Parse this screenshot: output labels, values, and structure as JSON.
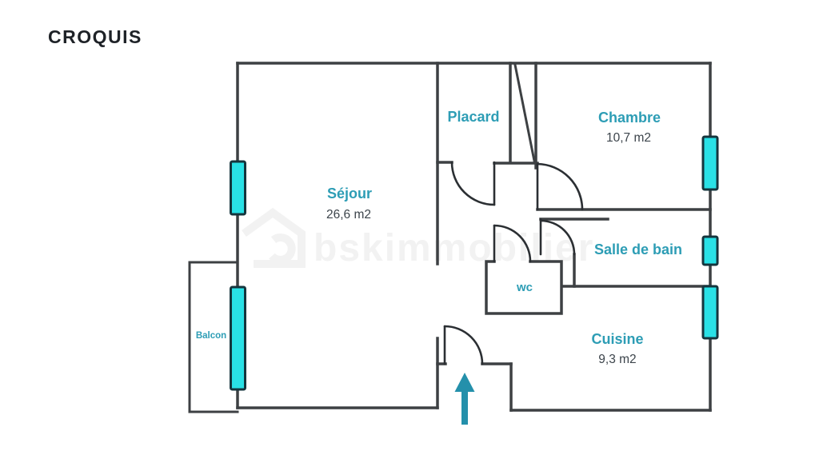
{
  "title": "CROQUIS",
  "watermark": "bskimmobilier",
  "rooms": {
    "sejour": {
      "label": "Séjour",
      "area": "26,6 m2"
    },
    "placard": {
      "label": "Placard"
    },
    "chambre": {
      "label": "Chambre",
      "area": "10,7 m2"
    },
    "salle_de_bain": {
      "label": "Salle de bain"
    },
    "wc": {
      "label": "wc"
    },
    "cuisine": {
      "label": "Cuisine",
      "area": "9,3 m2"
    },
    "balcon": {
      "label": "Balcon"
    }
  },
  "windows": [
    {
      "room": "sejour",
      "wall": "left"
    },
    {
      "room": "balcon",
      "wall": "left"
    },
    {
      "room": "chambre",
      "wall": "right"
    },
    {
      "room": "salle_de_bain",
      "wall": "right"
    },
    {
      "room": "cuisine",
      "wall": "right"
    }
  ],
  "entrance": {
    "symbol": "up-arrow"
  },
  "colors": {
    "wall": "#3d4043",
    "room_label": "#2d9db5",
    "area_label": "#3c444b",
    "window_fill": "#29e1e6",
    "window_stroke": "#15353d",
    "arrow": "#2490ab",
    "title": "#1e2227",
    "watermark": "#f1f1f1"
  }
}
